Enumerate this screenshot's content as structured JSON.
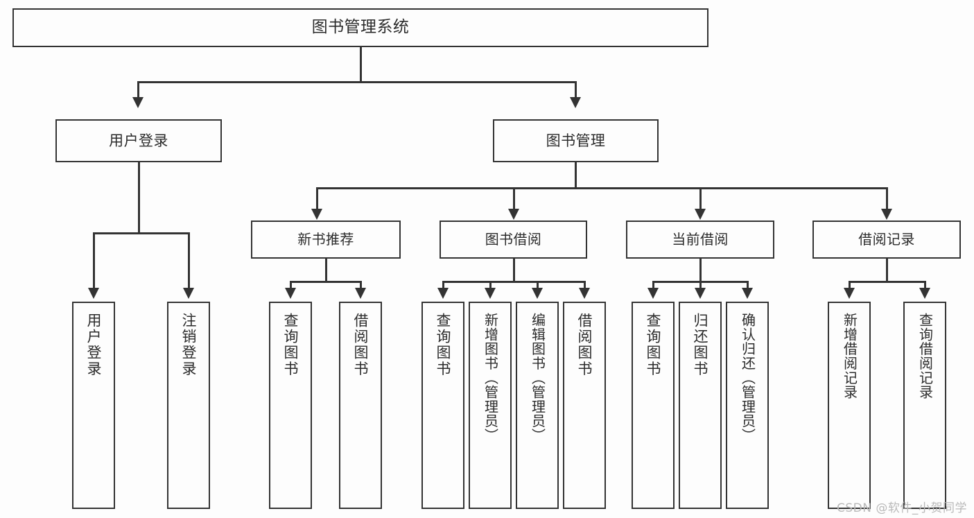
{
  "diagram": {
    "title": "图书管理系统",
    "type": "tree",
    "watermark": "CSDN @软件_小贺同学",
    "colors": {
      "border": "#333333",
      "background": "#fdfdfd",
      "text": "#2b2b2b",
      "watermark": "#b9b9b9"
    },
    "root": {
      "label": "图书管理系统"
    },
    "level1": [
      {
        "label": "用户登录"
      },
      {
        "label": "图书管理"
      }
    ],
    "level2": [
      {
        "label": "新书推荐"
      },
      {
        "label": "图书借阅"
      },
      {
        "label": "当前借阅"
      },
      {
        "label": "借阅记录"
      }
    ],
    "leaves": {
      "user_login": [
        {
          "label": "用户登录"
        },
        {
          "label": "注销登录"
        }
      ],
      "new_book": [
        {
          "label": "查询图书"
        },
        {
          "label": "借阅图书"
        }
      ],
      "book_borrow": [
        {
          "label": "查询图书"
        },
        {
          "label": "新增图书（管理员）"
        },
        {
          "label": "编辑图书（管理员）"
        },
        {
          "label": "借阅图书"
        }
      ],
      "current_borrow": [
        {
          "label": "查询图书"
        },
        {
          "label": "归还图书"
        },
        {
          "label": "确认归还（管理员）"
        }
      ],
      "borrow_record": [
        {
          "label": "新增借阅记录"
        },
        {
          "label": "查询借阅记录"
        }
      ]
    }
  }
}
